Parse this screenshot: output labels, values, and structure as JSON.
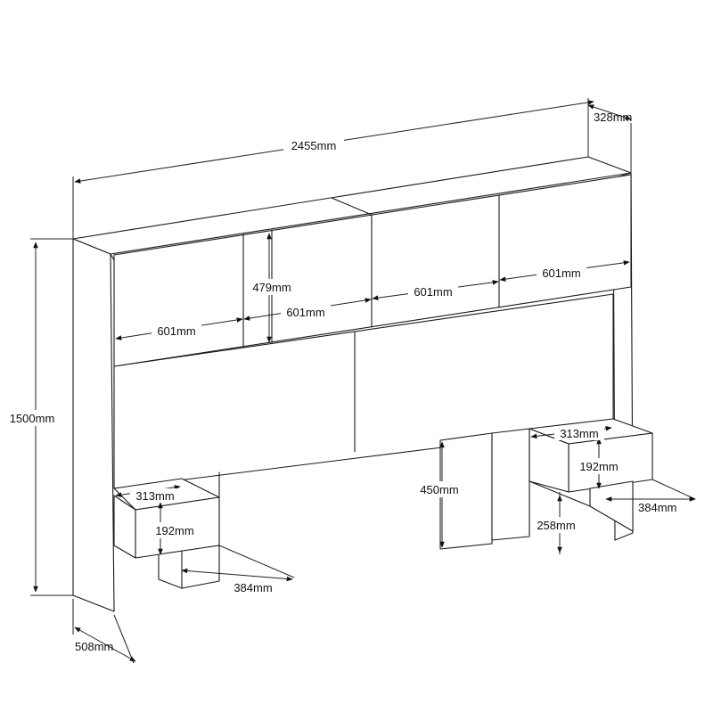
{
  "dimensions": {
    "overall_width": "2455mm",
    "depth_top": "328mm",
    "height": "1500mm",
    "base_depth": "508mm",
    "cabinet_height": "479mm",
    "cabinet_width_1": "601mm",
    "cabinet_width_2": "601mm",
    "cabinet_width_3": "601mm",
    "cabinet_width_4": "601mm",
    "left_drawer_width": "313mm",
    "left_drawer_height": "192mm",
    "left_shelf_depth": "384mm",
    "right_drawer_width": "313mm",
    "right_drawer_height": "192mm",
    "right_shelf_depth": "384mm",
    "support_height": "450mm",
    "shelf_floor_height": "258mm"
  }
}
